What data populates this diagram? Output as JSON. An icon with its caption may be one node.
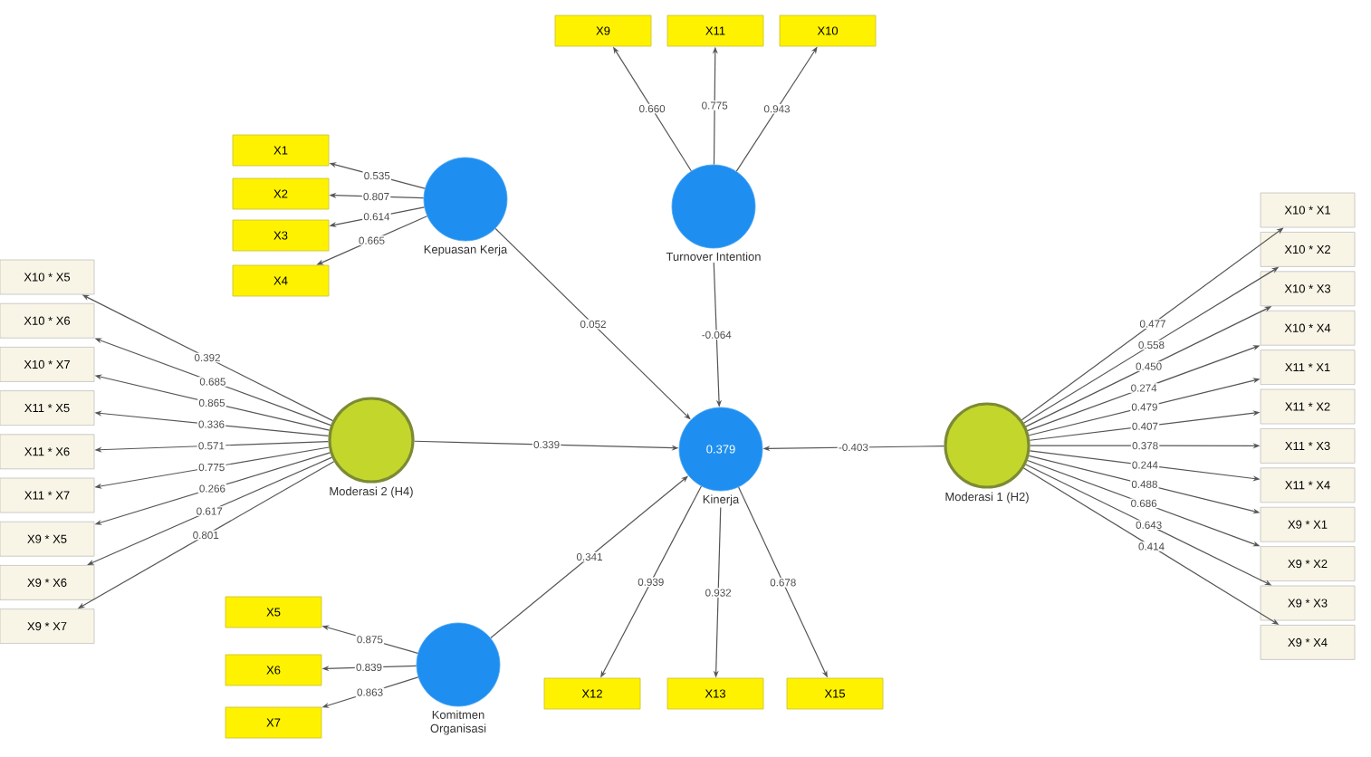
{
  "diagram": {
    "nodes": [
      {
        "text": [
          "X9"
        ]
      },
      {
        "text": [
          "X11"
        ]
      },
      {
        "text": [
          "X10"
        ]
      },
      {
        "text": [
          "X1"
        ]
      },
      {
        "text": [
          "X2"
        ]
      },
      {
        "text": [
          "X3"
        ]
      },
      {
        "text": [
          "X4"
        ]
      },
      {
        "text": [
          "Kepuasan Kerja"
        ]
      },
      {
        "text": [
          "Turnover Intention"
        ]
      },
      {
        "text": [
          "X10 * X5"
        ]
      },
      {
        "text": [
          "X10 * X6"
        ]
      },
      {
        "text": [
          "X10 * X7"
        ]
      },
      {
        "text": [
          "X11 * X5"
        ]
      },
      {
        "text": [
          "X11 * X6"
        ]
      },
      {
        "text": [
          "X11 * X7"
        ]
      },
      {
        "text": [
          "X9 * X5"
        ]
      },
      {
        "text": [
          "X9 * X6"
        ]
      },
      {
        "text": [
          "X9 * X7"
        ]
      },
      {
        "text": [
          "Moderasi 2 (H4)"
        ]
      },
      {
        "text": [
          "0.379",
          "Kinerja"
        ]
      },
      {
        "text": [
          "Moderasi 1 (H2)"
        ]
      },
      {
        "text": [
          "X10 * X1"
        ]
      },
      {
        "text": [
          "X10 * X2"
        ]
      },
      {
        "text": [
          "X10 * X3"
        ]
      },
      {
        "text": [
          "X10 * X4"
        ]
      },
      {
        "text": [
          "X11 * X1"
        ]
      },
      {
        "text": [
          "X11 * X2"
        ]
      },
      {
        "text": [
          "X11 * X3"
        ]
      },
      {
        "text": [
          "X11 * X4"
        ]
      },
      {
        "text": [
          "X9 * X1"
        ]
      },
      {
        "text": [
          "X9 * X2"
        ]
      },
      {
        "text": [
          "X9 * X3"
        ]
      },
      {
        "text": [
          "X9 * X4"
        ]
      },
      {
        "text": [
          "X5"
        ]
      },
      {
        "text": [
          "X6"
        ]
      },
      {
        "text": [
          "X7"
        ]
      },
      {
        "text": [
          "Komitmen Organisasi"
        ]
      },
      {
        "text": [
          "X12"
        ]
      },
      {
        "text": [
          "X13"
        ]
      },
      {
        "text": [
          "X15"
        ]
      }
    ],
    "edges": [
      {
        "from": 8,
        "to": 0,
        "arrow": "to",
        "label": "0.660"
      },
      {
        "from": 8,
        "to": 1,
        "arrow": "to",
        "label": "0.775"
      },
      {
        "from": 8,
        "to": 2,
        "arrow": "to",
        "label": "0.943"
      },
      {
        "from": 7,
        "to": 3,
        "arrow": "to",
        "label": "0.535"
      },
      {
        "from": 7,
        "to": 4,
        "arrow": "to",
        "label": "0.807"
      },
      {
        "from": 7,
        "to": 5,
        "arrow": "to",
        "label": "0.614"
      },
      {
        "from": 7,
        "to": 6,
        "arrow": "to",
        "label": "0.665"
      },
      {
        "from": 18,
        "to": 9,
        "arrow": "to",
        "label": "0.392"
      },
      {
        "from": 18,
        "to": 10,
        "arrow": "to",
        "label": "0.685"
      },
      {
        "from": 18,
        "to": 11,
        "arrow": "to",
        "label": "0.865"
      },
      {
        "from": 18,
        "to": 12,
        "arrow": "to",
        "label": "0.336"
      },
      {
        "from": 18,
        "to": 13,
        "arrow": "to",
        "label": "0.571"
      },
      {
        "from": 18,
        "to": 14,
        "arrow": "to",
        "label": "0.775"
      },
      {
        "from": 18,
        "to": 15,
        "arrow": "to",
        "label": "0.266"
      },
      {
        "from": 18,
        "to": 16,
        "arrow": "to",
        "label": "0.617"
      },
      {
        "from": 18,
        "to": 17,
        "arrow": "to",
        "label": "0.801"
      },
      {
        "from": 20,
        "to": 21,
        "arrow": "to",
        "label": "0.477"
      },
      {
        "from": 20,
        "to": 22,
        "arrow": "to",
        "label": "0.558"
      },
      {
        "from": 20,
        "to": 23,
        "arrow": "to",
        "label": "0.450"
      },
      {
        "from": 20,
        "to": 24,
        "arrow": "to",
        "label": "0.274"
      },
      {
        "from": 20,
        "to": 25,
        "arrow": "to",
        "label": "0.479"
      },
      {
        "from": 20,
        "to": 26,
        "arrow": "to",
        "label": "0.407"
      },
      {
        "from": 20,
        "to": 27,
        "arrow": "to",
        "label": "0.378"
      },
      {
        "from": 20,
        "to": 28,
        "arrow": "to",
        "label": "0.244"
      },
      {
        "from": 20,
        "to": 29,
        "arrow": "to",
        "label": "0.488"
      },
      {
        "from": 20,
        "to": 30,
        "arrow": "to",
        "label": "0.686"
      },
      {
        "from": 20,
        "to": 31,
        "arrow": "to",
        "label": "0.643"
      },
      {
        "from": 20,
        "to": 32,
        "arrow": "to",
        "label": "0.414"
      },
      {
        "from": 36,
        "to": 33,
        "arrow": "to",
        "label": "0.875"
      },
      {
        "from": 36,
        "to": 34,
        "arrow": "to",
        "label": "0.839"
      },
      {
        "from": 36,
        "to": 35,
        "arrow": "to",
        "label": "0.863"
      },
      {
        "from": 19,
        "to": 37,
        "arrow": "to",
        "label": "0.939"
      },
      {
        "from": 19,
        "to": 38,
        "arrow": "to",
        "label": "0.932"
      },
      {
        "from": 19,
        "to": 39,
        "arrow": "to",
        "label": "0.678"
      },
      {
        "from": 7,
        "to": 19,
        "arrow": "to",
        "label": "0.052"
      },
      {
        "from": 8,
        "to": 19,
        "arrow": "to",
        "label": "-0.064"
      },
      {
        "from": 18,
        "to": 19,
        "arrow": "to",
        "label": "0.339"
      },
      {
        "from": 20,
        "to": 19,
        "arrow": "to",
        "label": "-0.403"
      },
      {
        "from": 36,
        "to": 19,
        "arrow": "to",
        "label": "0.341"
      }
    ]
  }
}
